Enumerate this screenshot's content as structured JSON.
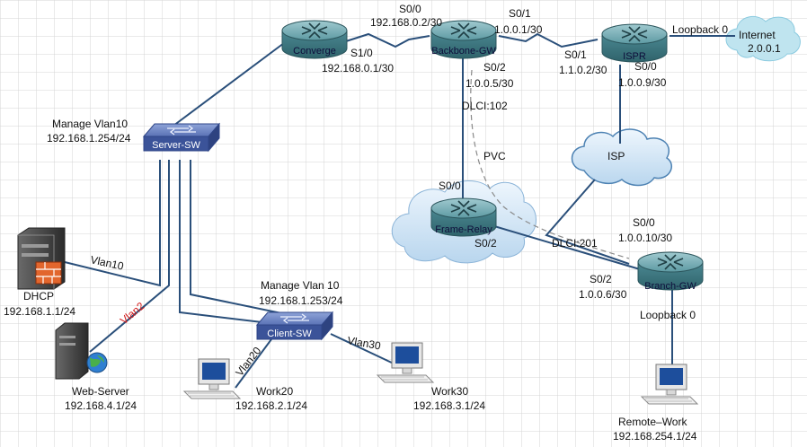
{
  "devices": {
    "converge": "Converge",
    "backbone_gw": "Backbone-GW",
    "ispr": "ISPR",
    "internet": "Internet",
    "internet_ip": "2.0.0.1",
    "server_sw": "Server-SW",
    "frame_relay": "Frame-Relay",
    "isp_cloud": "ISP",
    "branch_gw": "Branch-GW",
    "client_sw": "Client-SW",
    "dhcp": "DHCP",
    "dhcp_ip": "192.168.1.1/24",
    "web_server": "Web-Server",
    "web_server_ip": "192.168.4.1/24",
    "work20": "Work20",
    "work20_ip": "192.168.2.1/24",
    "work30": "Work30",
    "work30_ip": "192.168.3.1/24",
    "remote_work": "Remote–Work",
    "remote_work_ip": "192.168.254.1/24"
  },
  "labels": {
    "bb_s00": "S0/0",
    "bb_s00_ip": "192.168.0.2/30",
    "bb_s01": "S0/1",
    "bb_s01_ip": "1.0.0.1/30",
    "cv_s10": "S1/0",
    "cv_s10_ip": "192.168.0.1/30",
    "bb_s02": "S0/2",
    "bb_s02_ip": "1.0.0.5/30",
    "ispr_s01": "S0/1",
    "ispr_s01_ip": "1.1.0.2/30",
    "ispr_s00": "S0/0",
    "ispr_s00_ip": "1.0.0.9/30",
    "loopback0": "Loopback 0",
    "dlci102": "DLCI:102",
    "pvc": "PVC",
    "fr_s00": "S0/0",
    "fr_s02": "S0/2",
    "dlci201": "DLCI:201",
    "br_s00": "S0/0",
    "br_s00_ip": "1.0.0.10/30",
    "br_s02": "S0/2",
    "br_s02_ip": "1.0.0.6/30",
    "br_loopback": "Loopback 0",
    "server_mgmt": "Manage Vlan10",
    "server_mgmt_ip": "192.168.1.254/24",
    "client_mgmt": "Manage Vlan 10",
    "client_mgmt_ip": "192.168.1.253/24",
    "vlan10": "Vlan10",
    "vlan2": "Vlan2",
    "vlan20": "Vlan20",
    "vlan30": "Vlan30"
  },
  "colors": {
    "link": "#2a4f7a",
    "router": "#3f7f88",
    "switch": "#4a63a6",
    "cloud": "#cfe2f3",
    "vlan2_text": "#d21b1b"
  }
}
